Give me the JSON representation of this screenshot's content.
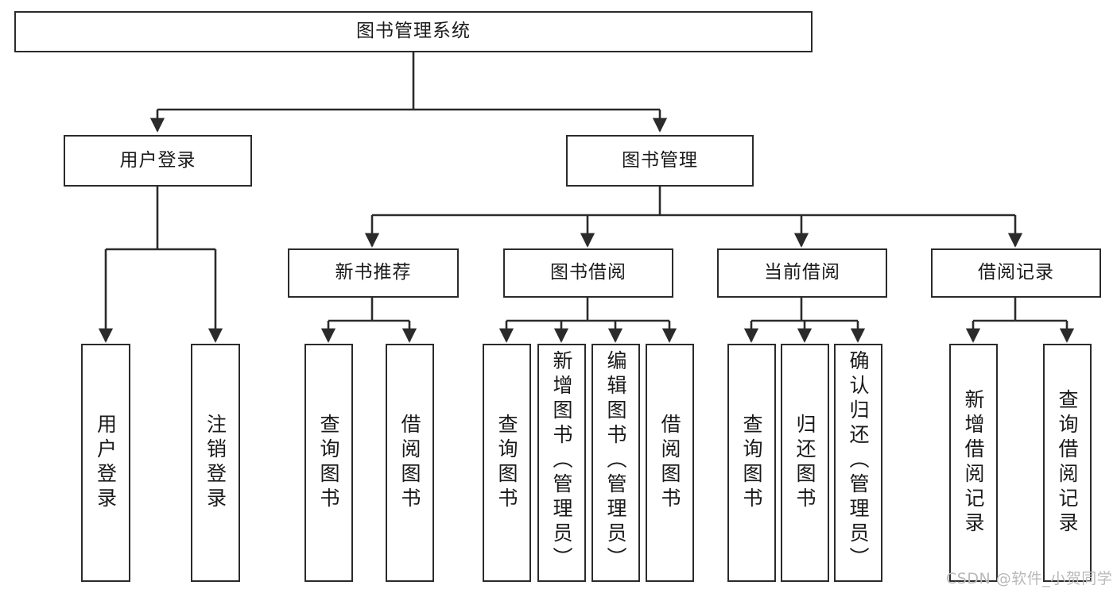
{
  "diagram": {
    "type": "tree",
    "title": "图书管理系统",
    "orientation": "top-down",
    "style": {
      "box_border_color": "#2b2b2b",
      "box_fill_color": "#ffffff",
      "edge_color": "#2b2b2b",
      "text_color": "#1a1a1a",
      "background": "#ffffff"
    },
    "nodes": {
      "root": {
        "label": "图书管理系统"
      },
      "level2": [
        {
          "id": "user_login",
          "label": "用户登录"
        },
        {
          "id": "book_manage",
          "label": "图书管理"
        }
      ],
      "level3": [
        {
          "id": "new_book_rec",
          "label": "新书推荐"
        },
        {
          "id": "book_borrow",
          "label": "图书借阅"
        },
        {
          "id": "current_borrow",
          "label": "当前借阅"
        },
        {
          "id": "borrow_record",
          "label": "借阅记录"
        }
      ],
      "leaves": [
        {
          "id": "leaf_user_login",
          "label": "用户登录",
          "parent": "user_login"
        },
        {
          "id": "leaf_user_logout",
          "label": "注销登录",
          "parent": "user_login"
        },
        {
          "id": "leaf_query_book_1",
          "label": "查询图书",
          "parent": "new_book_rec"
        },
        {
          "id": "leaf_borrow_book_1",
          "label": "借阅图书",
          "parent": "new_book_rec"
        },
        {
          "id": "leaf_query_book_2",
          "label": "查询图书",
          "parent": "book_borrow"
        },
        {
          "id": "leaf_add_book",
          "label": "新增图书（管理员）",
          "parent": "book_borrow"
        },
        {
          "id": "leaf_edit_book",
          "label": "编辑图书（管理员）",
          "parent": "book_borrow"
        },
        {
          "id": "leaf_borrow_book_2",
          "label": "借阅图书",
          "parent": "book_borrow"
        },
        {
          "id": "leaf_query_book_3",
          "label": "查询图书",
          "parent": "current_borrow"
        },
        {
          "id": "leaf_return_book",
          "label": "归还图书",
          "parent": "current_borrow"
        },
        {
          "id": "leaf_confirm_return",
          "label": "确认归还（管理员）",
          "parent": "current_borrow"
        },
        {
          "id": "leaf_add_record",
          "label": "新增借阅记录",
          "parent": "borrow_record"
        },
        {
          "id": "leaf_query_record",
          "label": "查询借阅记录",
          "parent": "borrow_record"
        }
      ]
    }
  },
  "watermark": {
    "text": "CSDN @软件_小贺同学"
  }
}
